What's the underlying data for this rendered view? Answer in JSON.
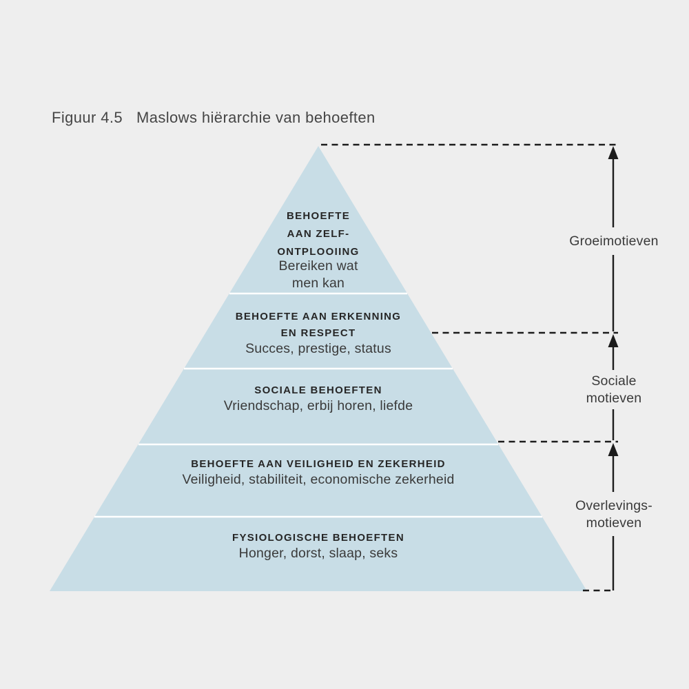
{
  "figure": {
    "label": "Figuur 4.5",
    "title": "Maslows hiërarchie van behoeften"
  },
  "pyramid": {
    "levels": [
      {
        "name": "zelfontplooiing",
        "heading_lines": [
          "BEHOEFTE",
          "AAN ZELF-",
          "ONTPLOOIING"
        ],
        "subtext_lines": [
          "Bereiken wat",
          "men kan"
        ]
      },
      {
        "name": "erkenning-en-respect",
        "heading_lines": [
          "BEHOEFTE AAN ERKENNING",
          "EN RESPECT"
        ],
        "subtext_lines": [
          "Succes, prestige, status"
        ]
      },
      {
        "name": "sociale-behoeften",
        "heading_lines": [
          "SOCIALE BEHOEFTEN"
        ],
        "subtext_lines": [
          "Vriendschap, erbij horen, liefde"
        ]
      },
      {
        "name": "veiligheid-en-zekerheid",
        "heading_lines": [
          "BEHOEFTE AAN VEILIGHEID EN ZEKERHEID"
        ],
        "subtext_lines": [
          "Veiligheid, stabiliteit, economische zekerheid"
        ]
      },
      {
        "name": "fysiologische-behoeften",
        "heading_lines": [
          "FYSIOLOGISCHE BEHOEFTEN"
        ],
        "subtext_lines": [
          "Honger, dorst, slaap, seks"
        ]
      }
    ]
  },
  "motive_groups": [
    {
      "name": "groeimotieven",
      "label_lines": [
        "Groeimotieven",
        ""
      ]
    },
    {
      "name": "sociale-motieven",
      "label_lines": [
        "Sociale",
        "motieven"
      ]
    },
    {
      "name": "overlevingsmotieven",
      "label_lines": [
        "Overlevings-",
        "motieven"
      ]
    }
  ],
  "colors": {
    "background": "#eeeeee",
    "pyramid_fill": "#c8dde6",
    "divider": "#ffffff",
    "line": "#1b1b1b",
    "heading_text": "#262626",
    "body_text": "#3a3a3a",
    "title_text": "#454545"
  }
}
